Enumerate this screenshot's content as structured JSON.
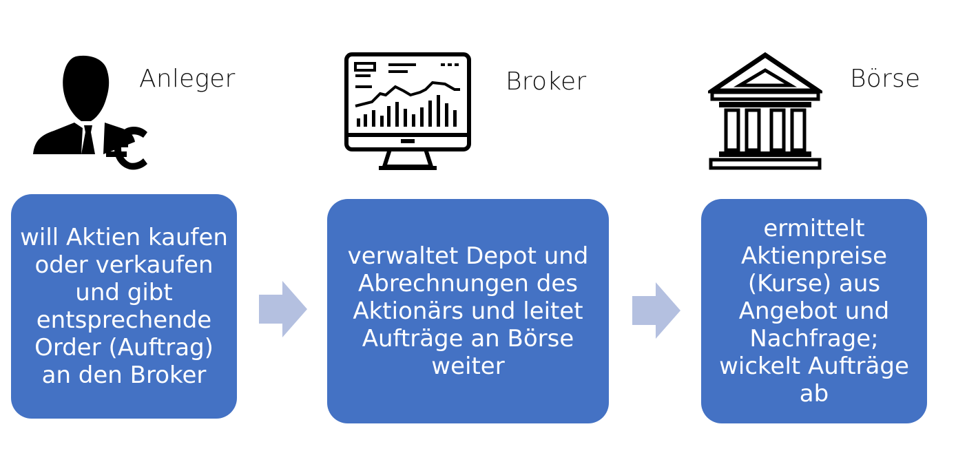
{
  "steps": [
    {
      "title": "Anleger",
      "text": "will Aktien kaufen oder verkaufen und gibt entsprechende Order (Auftrag) an den Broker",
      "icon": "investor-euro-icon"
    },
    {
      "title": "Broker",
      "text": "verwaltet Depot und Abrechnungen des Aktionärs und leitet Aufträge an Börse weiter",
      "icon": "trading-monitor-icon"
    },
    {
      "title": "Börse",
      "text": "ermittelt Aktienpreise (Kurse) aus Angebot und Nachfrage; wickelt Aufträge ab",
      "icon": "stock-exchange-building-icon"
    }
  ],
  "colors": {
    "box": "#4472c4",
    "arrow": "#b4c0e0",
    "icon": "#000000"
  }
}
